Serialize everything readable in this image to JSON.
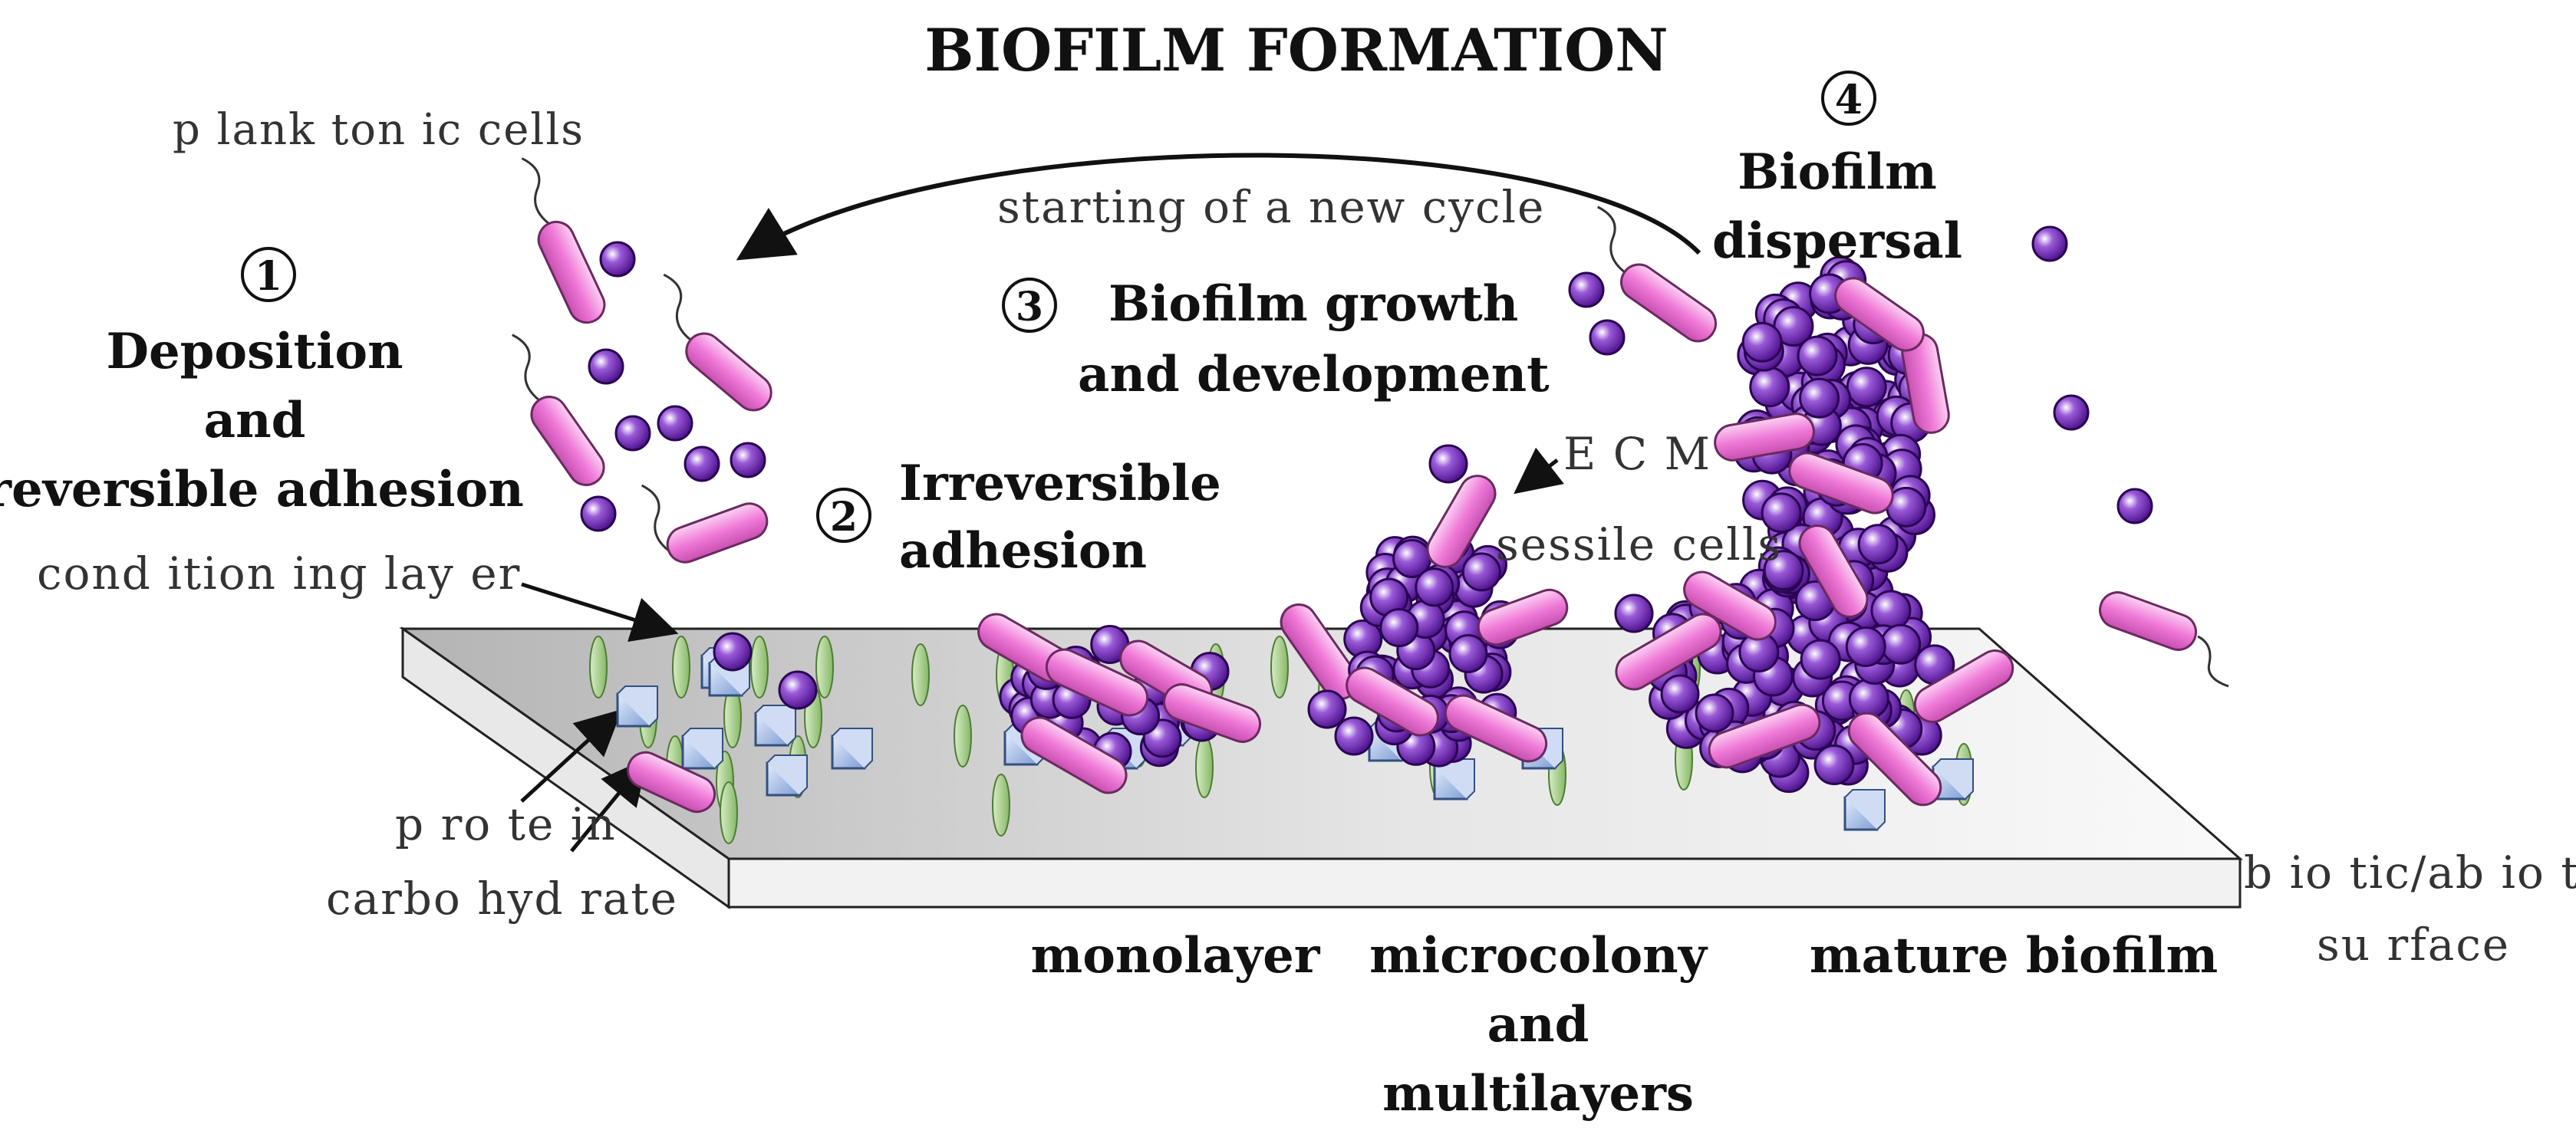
{
  "title": "BIOFILM FORMATION",
  "stages": [
    {
      "number": "1",
      "lines": [
        "Deposition",
        "and",
        "reversible adhesion"
      ]
    },
    {
      "number": "2",
      "lines": [
        "Irreversible",
        "adhesion"
      ]
    },
    {
      "number": "3",
      "lines": [
        "Biofilm growth",
        "and development"
      ]
    },
    {
      "number": "4",
      "lines": [
        "Biofilm",
        "dispersal"
      ]
    }
  ],
  "labels": {
    "planktonic": "p lank ton ic cells",
    "new_cycle": "starting of a new  cycle",
    "conditioning": "cond ition ing lay er",
    "protein": "p ro te in",
    "carbohydrate": "carbo hyd rate",
    "ecm": "E C M",
    "sessile": "sessile cells",
    "surface_1": "b io tic/ab io tic",
    "surface_2": "su rface"
  },
  "bottom_labels": {
    "monolayer": "monolayer",
    "microcolony": [
      "microcolony",
      "and",
      "multilayers"
    ],
    "mature": "mature biofilm"
  },
  "colors": {
    "rod_fill": "#f07ad8",
    "coccus_fill": "#6a1fb0",
    "protein_fill": "#a8c4ee",
    "carbohydrate_fill": "#a7cf8a",
    "surface_shade": "#bdbdbd"
  }
}
